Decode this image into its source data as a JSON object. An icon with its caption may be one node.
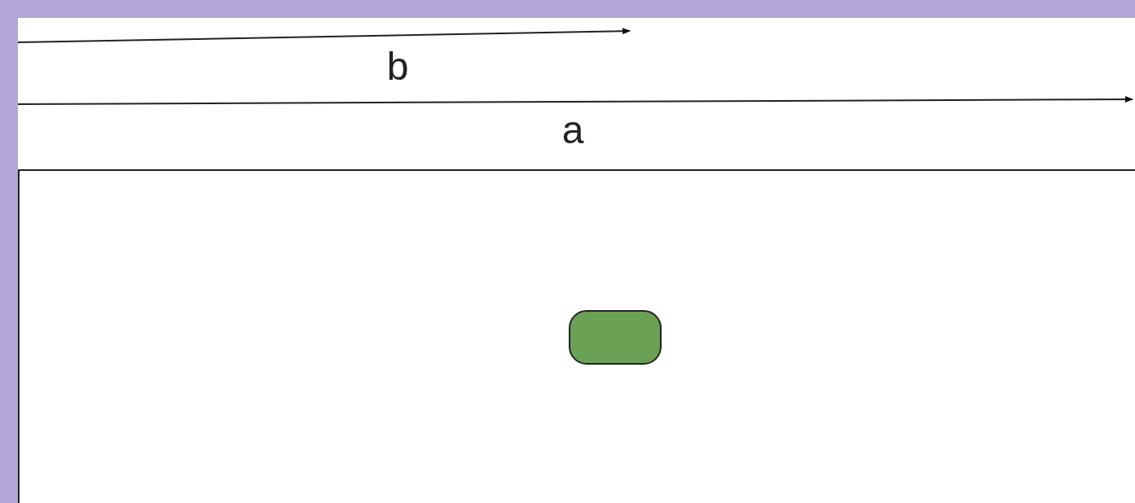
{
  "diagram": {
    "nodes": [
      {
        "text": [],
        "shape": "box"
      },
      {
        "text": [],
        "shape": "capsule",
        "in": 0
      }
    ],
    "labels": [
      "b",
      "a"
    ]
  }
}
